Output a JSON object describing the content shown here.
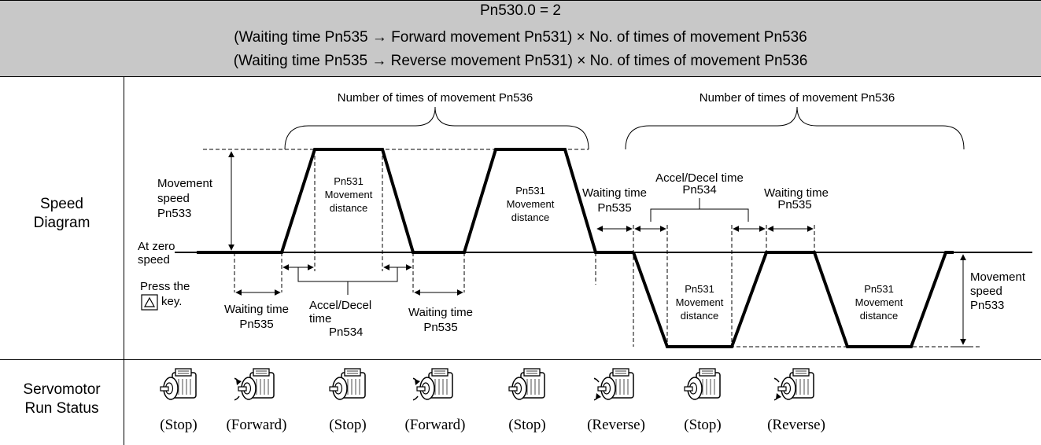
{
  "header": {
    "title": "Pn530.0 = 2",
    "line1": "(Waiting time Pn535 → Forward movement Pn531) × No. of times of movement Pn536",
    "line2": "(Waiting time Pn535 → Reverse movement Pn531) × No. of times of movement Pn536"
  },
  "rows": {
    "speed_diagram": [
      "Speed",
      "Diagram"
    ],
    "run_status": [
      "Servomotor",
      "Run Status"
    ]
  },
  "diagram": {
    "forward_brace_label": "Number of times of movement Pn536",
    "reverse_brace_label": "Number of times of movement Pn536",
    "movement_speed_left": [
      "Movement",
      "speed",
      "Pn533"
    ],
    "movement_speed_right": [
      "Movement",
      "speed",
      "Pn533"
    ],
    "at_zero_speed": [
      "At zero",
      "speed"
    ],
    "press_key": [
      "Press the",
      "key."
    ],
    "waiting_time_1": [
      "Waiting time",
      "Pn535"
    ],
    "accel_decel_left": [
      "Accel/Decel",
      "time",
      "Pn534"
    ],
    "waiting_time_2": [
      "Waiting time",
      "Pn535"
    ],
    "waiting_time_3": [
      "Waiting time",
      "Pn535"
    ],
    "accel_decel_right": [
      "Accel/Decel time",
      "Pn534"
    ],
    "waiting_time_4": [
      "Waiting time",
      "Pn535"
    ],
    "movement_distance_label": [
      "Pn531",
      "Movement",
      "distance"
    ]
  },
  "status": [
    "(Stop)",
    "(Forward)",
    "(Stop)",
    "(Forward)",
    "(Stop)",
    "(Reverse)",
    "(Stop)",
    "(Reverse)"
  ],
  "status_rotation": [
    "none",
    "forward",
    "none",
    "forward",
    "none",
    "reverse",
    "none",
    "reverse"
  ],
  "colors": {
    "header_bg": "#c8c8c8",
    "line": "#000000"
  }
}
